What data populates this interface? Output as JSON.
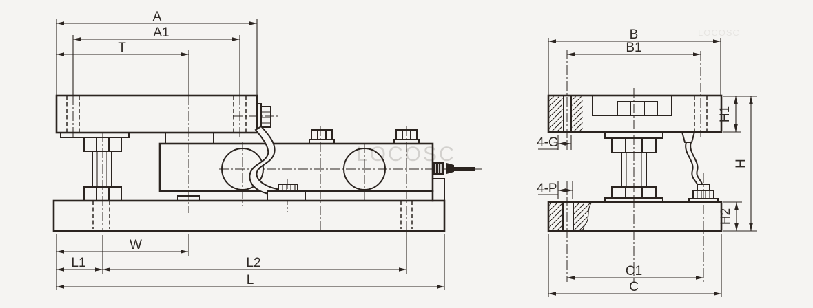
{
  "watermark": {
    "text": "LOCOSC",
    "faint_text": "LOCOSC"
  },
  "colors": {
    "line": "#2b2420",
    "background": "#f5f4f2",
    "watermark": "#d3d1ce"
  },
  "side_view": {
    "dims": {
      "a": "A",
      "a1": "A1",
      "t": "T",
      "w": "W",
      "l1": "L1",
      "l2": "L2",
      "l": "L"
    }
  },
  "end_view": {
    "dims": {
      "b": "B",
      "b1": "B1",
      "h1": "H1",
      "h": "H",
      "h2": "H2",
      "c1": "C1",
      "c": "C",
      "g": "4-G",
      "p": "4-P"
    }
  }
}
